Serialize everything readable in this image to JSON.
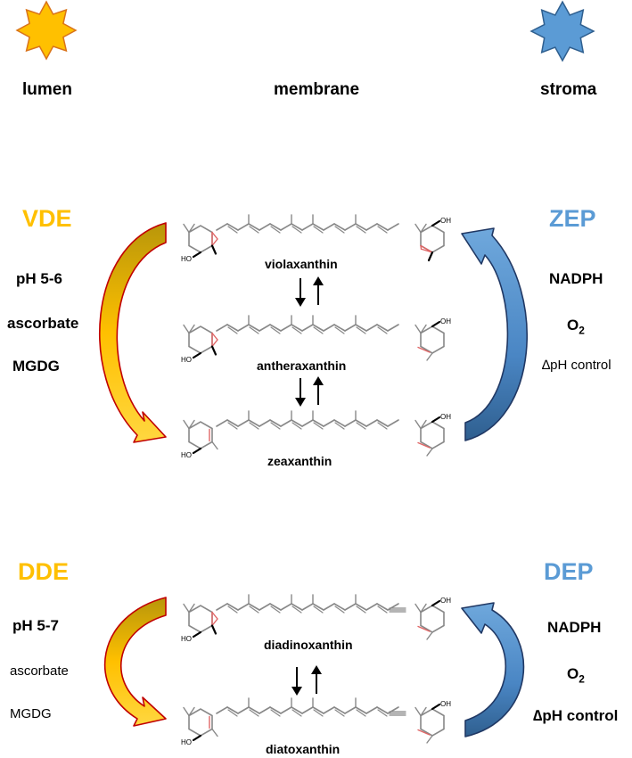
{
  "header": {
    "lumen": "lumen",
    "membrane": "membrane",
    "stroma": "stroma"
  },
  "colors": {
    "lumen_star": "#FFC000",
    "stroma_star": "#5B9BD5",
    "vde_label": "#FFC000",
    "zep_label": "#5B9BD5",
    "molecule_bond": "#888888",
    "epoxide_ring": "#E06666"
  },
  "vav_cycle": {
    "left_enzyme": "VDE",
    "left_conditions": [
      "pH 5-6",
      "ascorbate",
      "MGDG"
    ],
    "right_enzyme": "ZEP",
    "right_conditions": {
      "c1": "NADPH",
      "c2_main": "O",
      "c2_sub": "2",
      "c3": "∆pH control"
    },
    "molecules": [
      "violaxanthin",
      "antheraxanthin",
      "zeaxanthin"
    ],
    "hydroxyl_label": "OH",
    "ho_label": "HO"
  },
  "ddx_cycle": {
    "left_enzyme": "DDE",
    "left_conditions": [
      "pH 5-7",
      "ascorbate",
      "MGDG"
    ],
    "right_enzyme": "DEP",
    "right_conditions": {
      "c1": "NADPH",
      "c2_main": "O",
      "c2_sub": "2",
      "c3": "∆pH control"
    },
    "molecules": [
      "diadinoxanthin",
      "diatoxanthin"
    ]
  }
}
